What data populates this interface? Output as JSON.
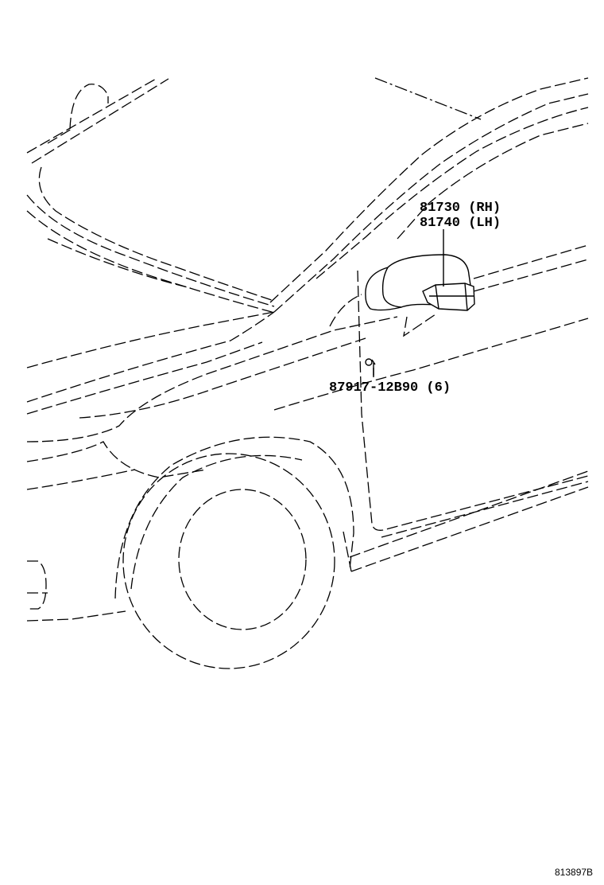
{
  "callouts": {
    "mirror_rh": "81730 (RH)",
    "mirror_lh": "81740 (LH)",
    "screw": "87917-12B90 (6)"
  },
  "illustration_code": "813897B"
}
